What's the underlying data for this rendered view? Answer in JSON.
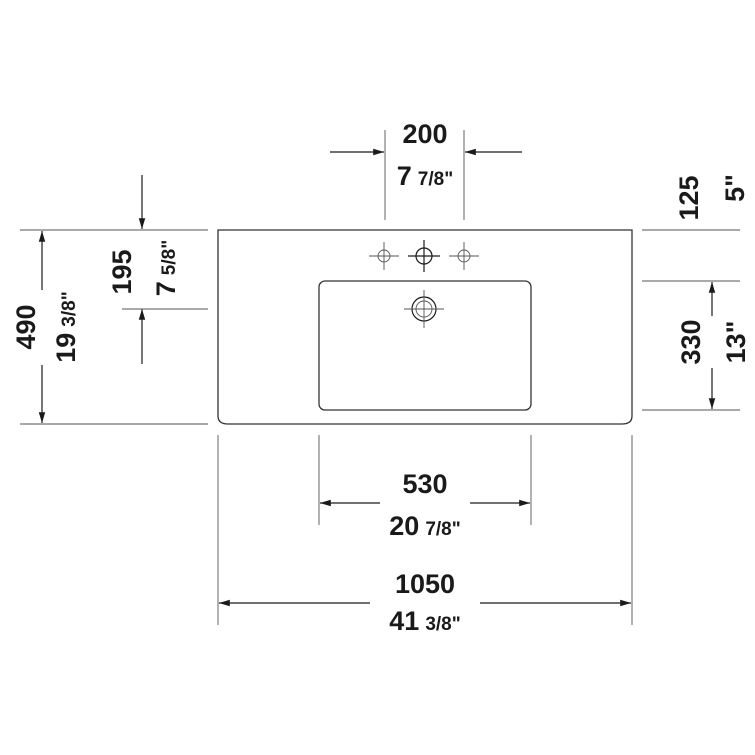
{
  "dimensions": {
    "tap_spacing": {
      "mm": "200",
      "whole": "7",
      "frac": "7/8\""
    },
    "tap_offset": {
      "mm": "125",
      "in": "5\""
    },
    "tap_to_drain": {
      "mm": "195",
      "whole": "7",
      "frac": "5/8\""
    },
    "depth": {
      "mm": "490",
      "whole": "19",
      "frac": "3/8\""
    },
    "bowl_depth": {
      "mm": "330",
      "in": "13\""
    },
    "bowl_width": {
      "mm": "530",
      "whole": "20",
      "frac": "7/8\""
    },
    "overall_width": {
      "mm": "1050",
      "whole": "41",
      "frac": "3/8\""
    }
  },
  "colors": {
    "line": "#1a1a1a",
    "background": "#ffffff"
  }
}
